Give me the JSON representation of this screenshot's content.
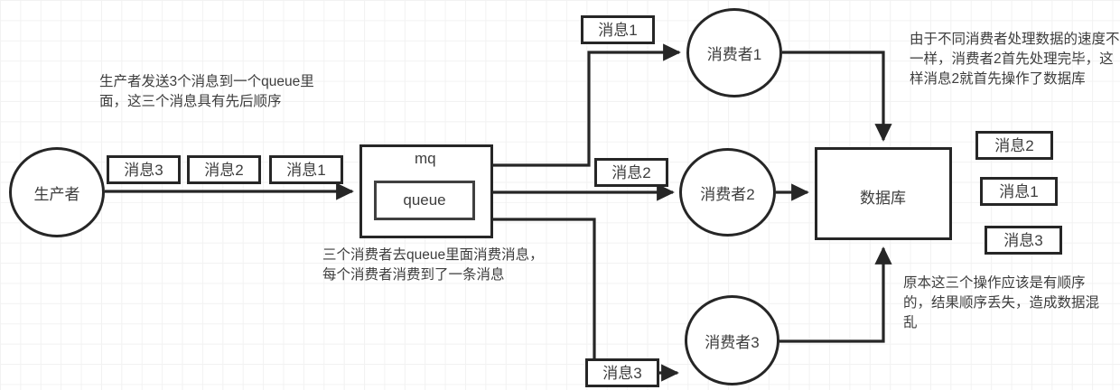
{
  "diagram": {
    "title_nodes": {
      "producer": "生产者",
      "mq": "mq",
      "queue": "queue",
      "consumer1": "消费者1",
      "consumer2": "消费者2",
      "consumer3": "消费者3",
      "database": "数据库"
    },
    "producer_messages": [
      {
        "label": "消息3"
      },
      {
        "label": "消息2"
      },
      {
        "label": "消息1"
      }
    ],
    "channel_messages": [
      {
        "label": "消息1"
      },
      {
        "label": "消息2"
      },
      {
        "label": "消息3"
      }
    ],
    "result_stack": [
      {
        "label": "消息2"
      },
      {
        "label": "消息1"
      },
      {
        "label": "消息3"
      }
    ],
    "notes": {
      "producer_note": "生产者发送3个消息到一个queue里面，这三个消息具有先后顺序",
      "consume_note": "三个消费者去queue里面消费消息，每个消费者消费到了一条消息",
      "speed_note": "由于不同消费者处理数据的速度不一样，消费者2首先处理完毕，这样消息2就首先操作了数据库",
      "disorder_note": "原本这三个操作应该是有顺序的，结果顺序丢失，造成数据混乱"
    },
    "colors": {
      "stroke": "#262626",
      "text": "#3d3d3d",
      "background": "#ffffff",
      "grid": "#f2f2f2"
    }
  }
}
